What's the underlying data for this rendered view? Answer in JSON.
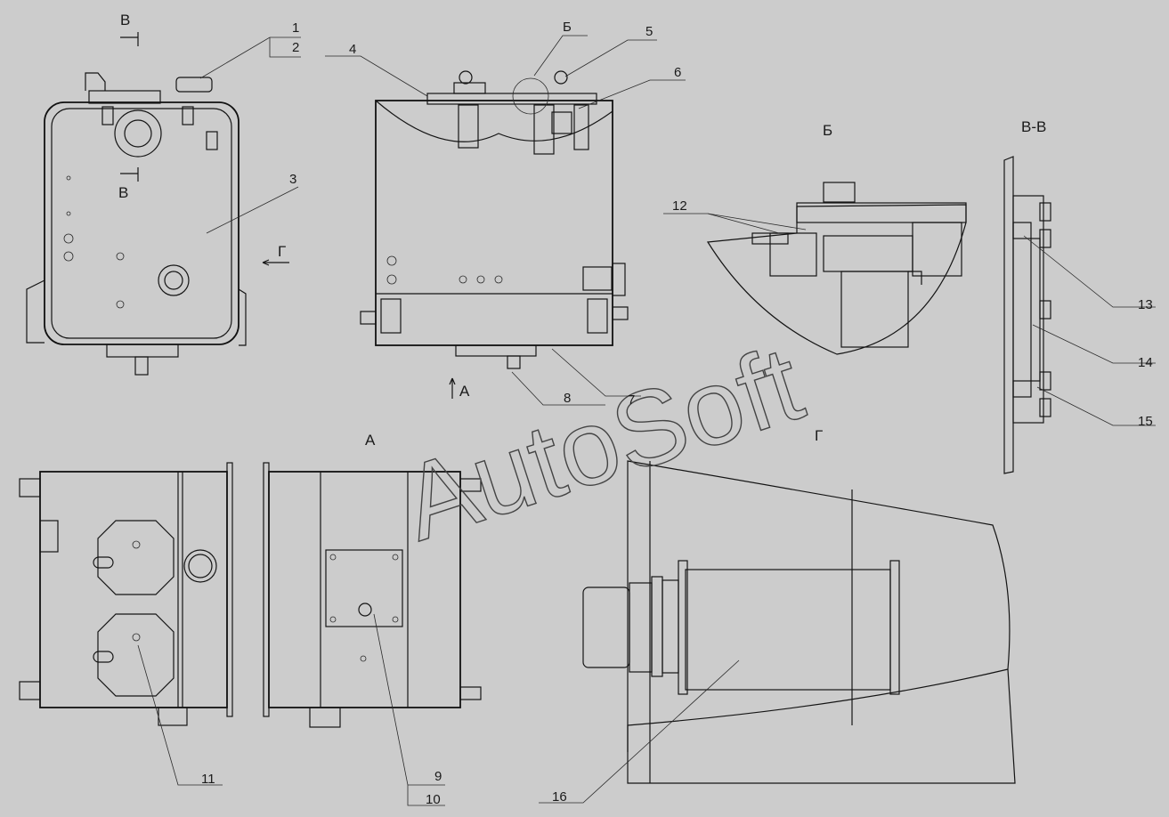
{
  "watermark": "AutoSoft",
  "view_labels": {
    "section_b_top": "В",
    "section_b_bottom": "В",
    "detail_b": "Б",
    "detail_b_leader": "Б",
    "section_vv": "В-В",
    "arrow_g": "Г",
    "view_g": "Г",
    "arrow_a": "А",
    "view_a": "А"
  },
  "callouts": [
    "1",
    "2",
    "3",
    "4",
    "5",
    "6",
    "7",
    "8",
    "9",
    "10",
    "11",
    "12",
    "13",
    "14",
    "15",
    "16"
  ],
  "colors": {
    "background": "#cccccc",
    "line": "#141414"
  }
}
